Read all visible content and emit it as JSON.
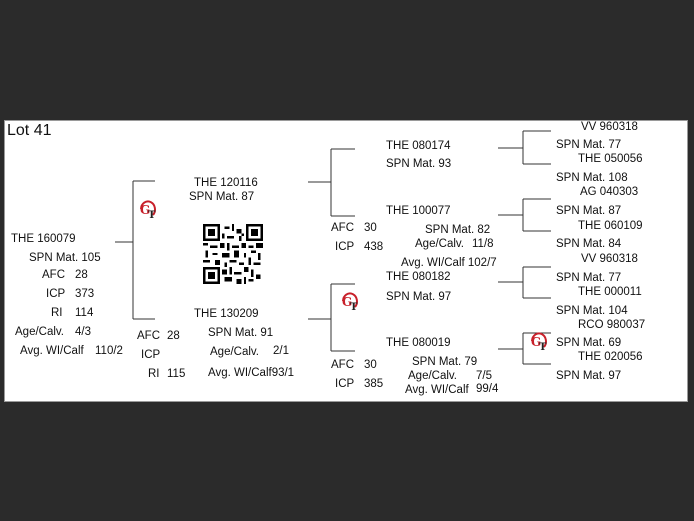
{
  "lot_title": "Lot 41",
  "animal": {
    "id": "THE 160079",
    "spn_mat": "SPN Mat. 105",
    "afc_label": "AFC",
    "afc": "28",
    "icp_label": "ICP",
    "icp": "373",
    "ri_label": "RI",
    "ri": "114",
    "age_calv_label": "Age/Calv.",
    "age_calv": "4/3",
    "avg_wi_label": "Avg. WI/Calf",
    "avg_wi": "110/2"
  },
  "sire": {
    "id": "THE 120116",
    "spn_mat": "SPN Mat. 87"
  },
  "dam": {
    "id": "THE 130209",
    "afc_label": "AFC",
    "afc": "28",
    "icp_label": "ICP",
    "ri_label": "RI",
    "ri": "115",
    "spn_mat": "SPN Mat. 91",
    "age_calv_label": "Age/Calv.",
    "age_calv": "2/1",
    "avg_wi": "Avg. WI/Calf93/1"
  },
  "paternal_grandsire": {
    "id": "THE 080174",
    "spn_mat": "SPN Mat. 93"
  },
  "paternal_granddam": {
    "id": "THE 100077",
    "afc_label": "AFC",
    "afc": "30",
    "icp_label": "ICP",
    "icp": "438",
    "spn_mat": "SPN Mat. 82",
    "age_calv_label": "Age/Calv.",
    "age_calv": "11/8",
    "avg_wi": "Avg. WI/Calf 102/7"
  },
  "maternal_grandsire": {
    "id": "THE 080182",
    "spn_mat": "SPN Mat. 97"
  },
  "maternal_granddam": {
    "id": "THE 080019",
    "afc_label": "AFC",
    "afc": "30",
    "icp_label": "ICP",
    "icp": "385",
    "spn_mat": "SPN Mat. 79",
    "age_calv_label": "Age/Calv.",
    "age_calv": "7/5",
    "avg_wi_label": "Avg. WI/Calf",
    "avg_wi": "99/4"
  },
  "great_grandparents": [
    {
      "id": "VV  960318",
      "spn_mat": "SPN Mat. 77"
    },
    {
      "id": "THE 050056",
      "spn_mat": "SPN Mat. 108"
    },
    {
      "id": "AG  040303",
      "spn_mat": "SPN Mat. 87"
    },
    {
      "id": "THE 060109",
      "spn_mat": "SPN Mat. 84"
    },
    {
      "id": "VV  960318",
      "spn_mat": "SPN Mat. 77"
    },
    {
      "id": "THE 000011",
      "spn_mat": "SPN Mat. 104"
    },
    {
      "id": "RCO 980037",
      "spn_mat": "SPN Mat. 69"
    },
    {
      "id": "THE 020056",
      "spn_mat": "SPN Mat. 97"
    }
  ],
  "logo_text": "GT",
  "colors": {
    "logo_red": "#c8202a",
    "line": "#333333"
  }
}
